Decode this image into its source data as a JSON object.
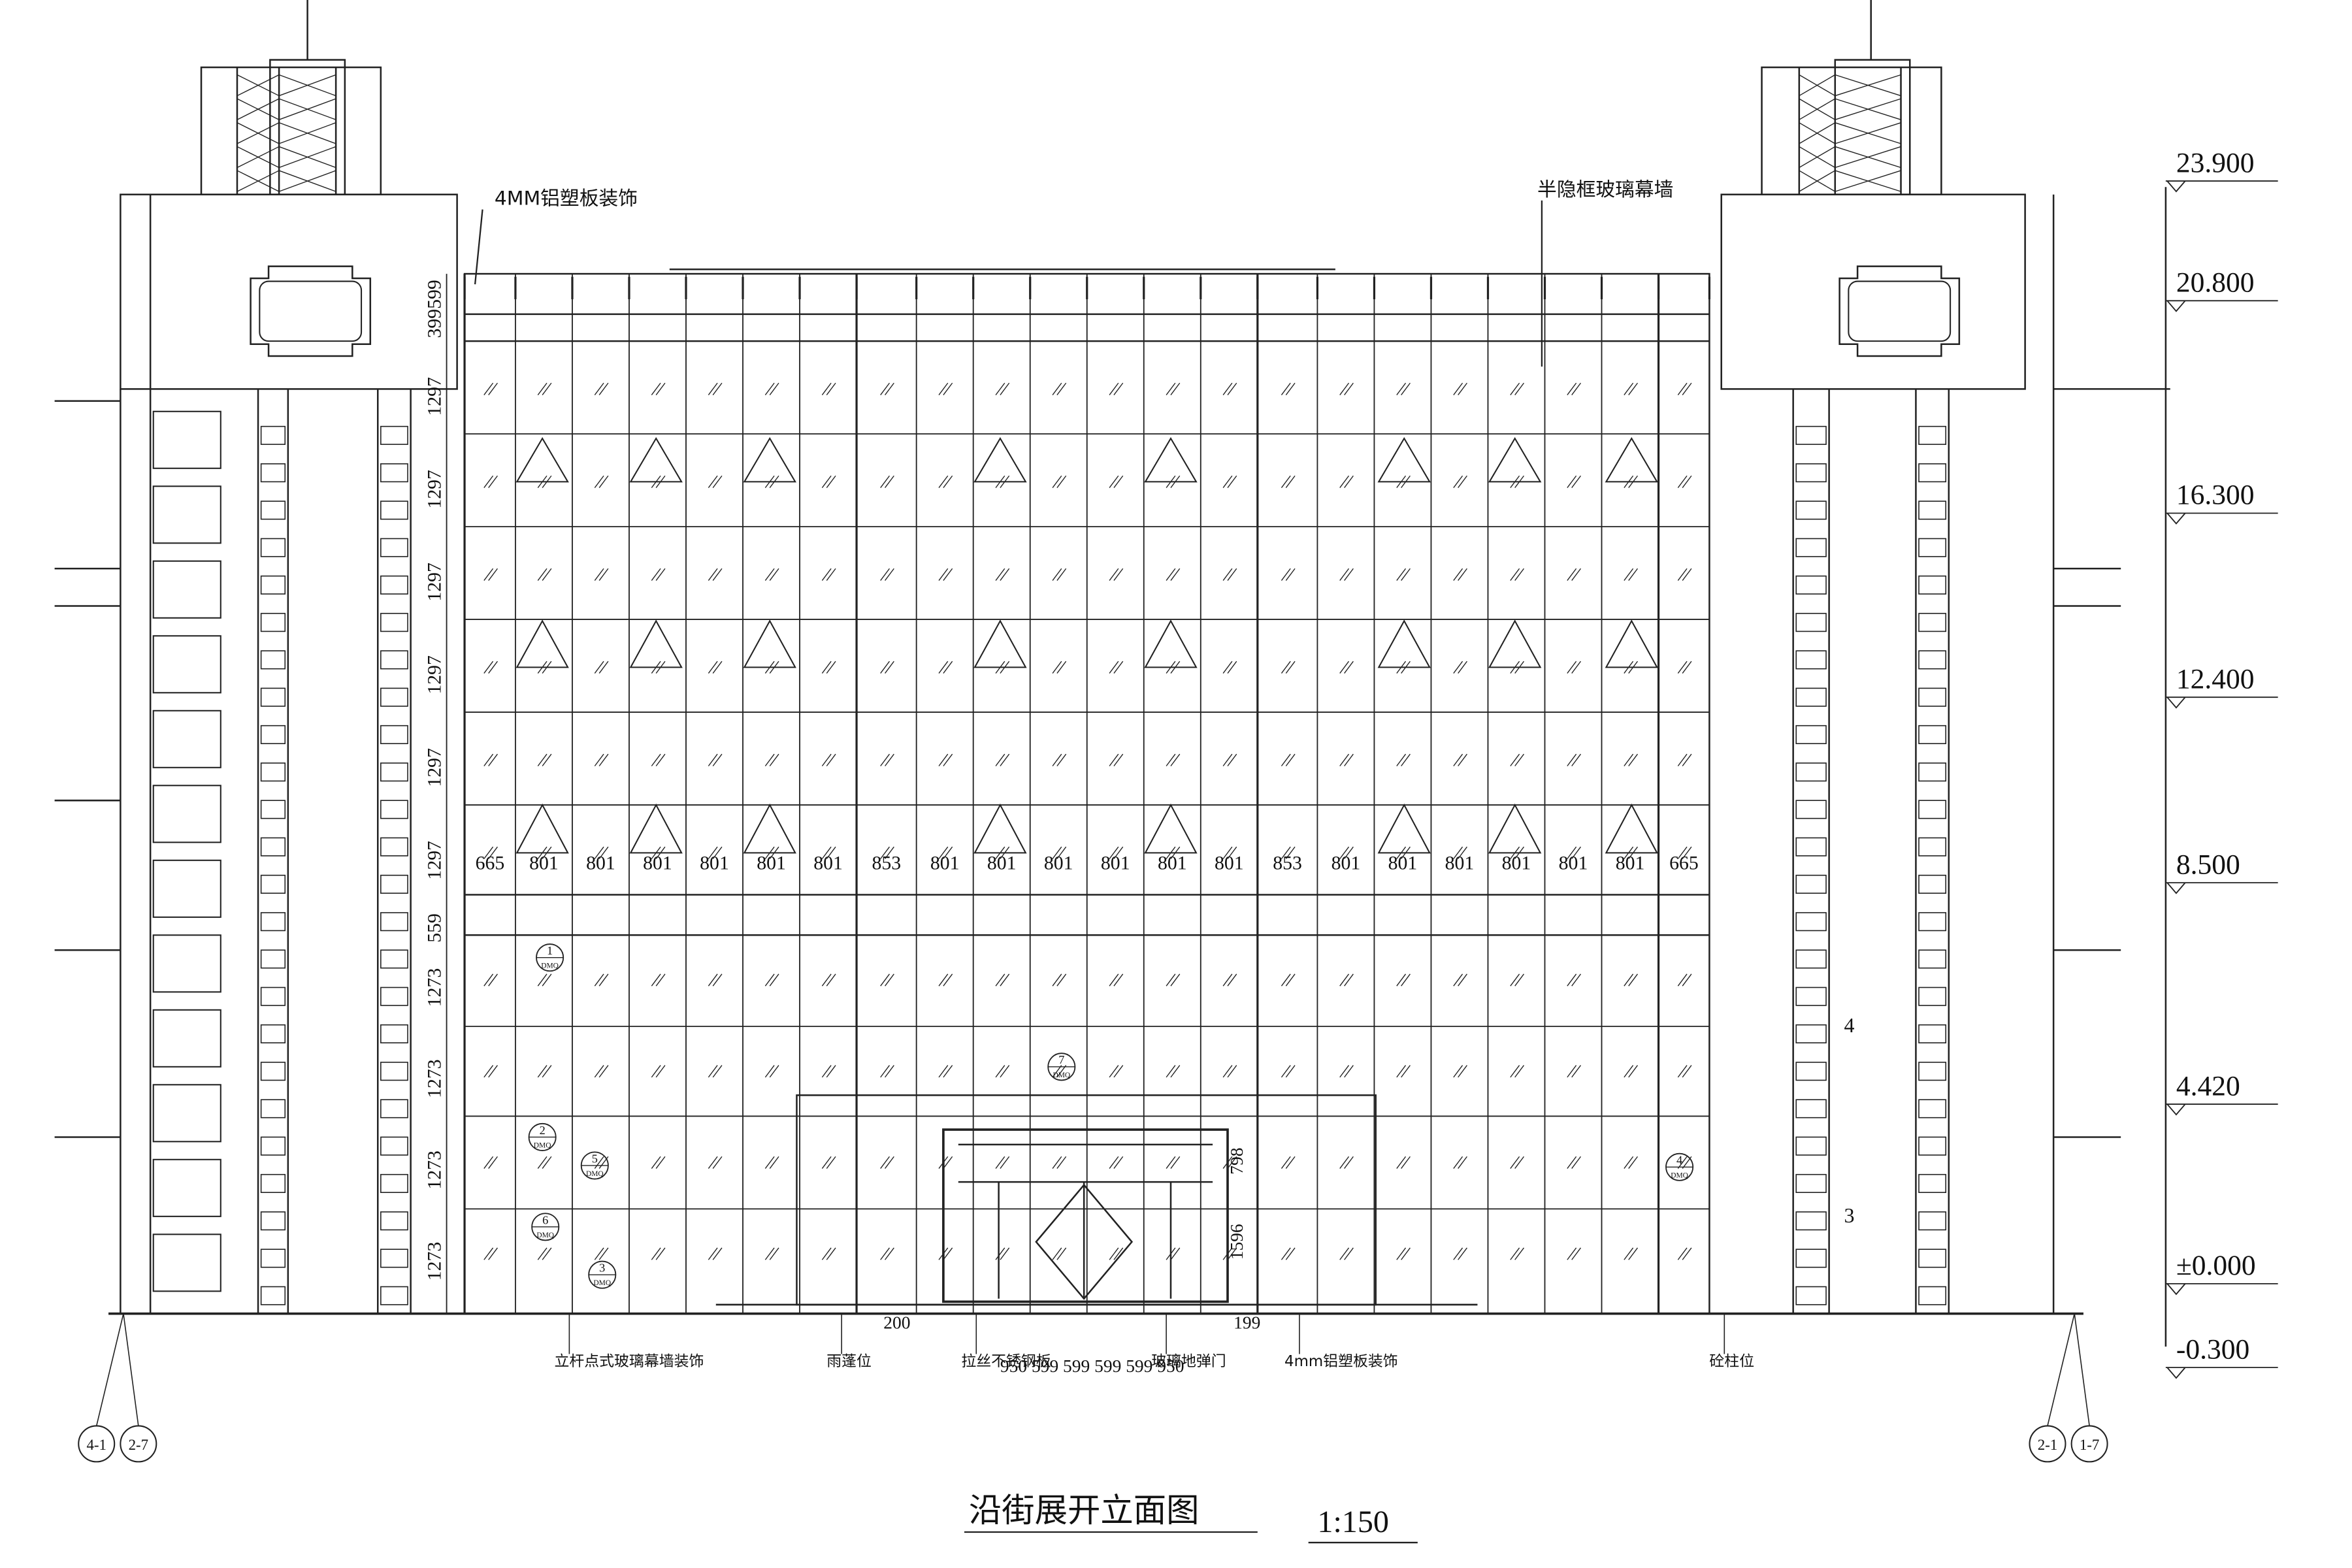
{
  "drawing": {
    "title": "沿街展开立面图",
    "scale": "1:150"
  },
  "elevations": [
    "23.900",
    "20.800",
    "16.300",
    "12.400",
    "8.500",
    "4.420",
    "±0.000",
    "-0.300"
  ],
  "callouts": {
    "top_left": "4MM铝塑板装饰",
    "top_right": "半隐框玻璃幕墙",
    "bottom": [
      "立杆点式玻璃幕墙装饰",
      "雨蓬位",
      "拉丝不锈钢板",
      "玻璃地弹门",
      "4mm铝塑板装饰",
      "砼柱位"
    ]
  },
  "dims": {
    "upper_rows": [
      "399599",
      "1297",
      "1297",
      "1297",
      "1297",
      "1297",
      "1297"
    ],
    "lower_rows": [
      "559",
      "1273",
      "1273",
      "1273",
      "1273"
    ],
    "panel_widths": [
      "665",
      "801",
      "801",
      "801",
      "801",
      "801",
      "801",
      "853",
      "801",
      "801",
      "801",
      "801",
      "801",
      "801",
      "853",
      "801",
      "801",
      "801",
      "801",
      "801",
      "801",
      "665"
    ],
    "canopy_left": "200",
    "canopy_right": "199",
    "door_widths": "950 599 599 599 599 950",
    "door_top": "798",
    "door_height": "1596",
    "tower_marks": [
      "4",
      "3"
    ]
  },
  "axis_bubbles": {
    "left": [
      "4-1",
      "2-7"
    ],
    "right": [
      "2-1",
      "1-7"
    ]
  },
  "detail_tags": [
    {
      "num": "1",
      "ref": "DMQ"
    },
    {
      "num": "2",
      "ref": "DMQ"
    },
    {
      "num": "5",
      "ref": "DMQ"
    },
    {
      "num": "6",
      "ref": "DMQ"
    },
    {
      "num": "3",
      "ref": "DMQ"
    },
    {
      "num": "7",
      "ref": "DMQ"
    },
    {
      "num": "4",
      "ref": "DMQ"
    }
  ]
}
